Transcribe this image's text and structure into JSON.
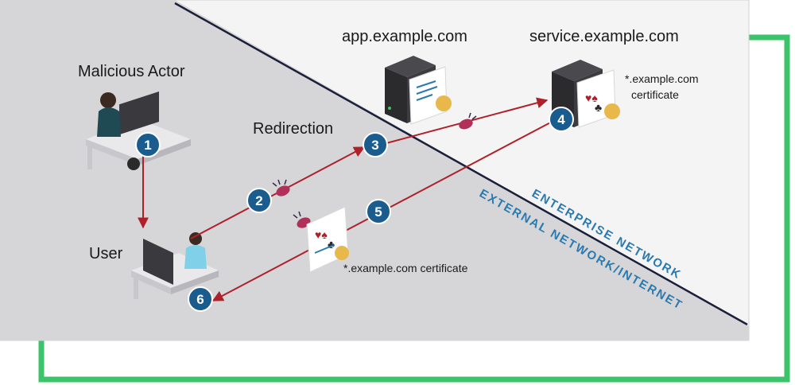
{
  "diagram": {
    "nodes": {
      "malicious_actor": {
        "label": "Malicious Actor"
      },
      "user": {
        "label": "User"
      },
      "app_server": {
        "label": "app.example.com"
      },
      "service_server": {
        "label": "service.example.com",
        "cert_label_line1": "*.example.com",
        "cert_label_line2": "certificate"
      },
      "redirection": {
        "label": "Redirection"
      },
      "forged_cert": {
        "label": "*.example.com certificate"
      }
    },
    "zones": {
      "enterprise": "ENTERPRISE NETWORK",
      "external": "EXTERNAL NETWORK/INTERNET"
    },
    "steps": [
      "1",
      "2",
      "3",
      "4",
      "5",
      "6"
    ],
    "colors": {
      "arrow": "#b0202a",
      "badge": "#1b5c8e",
      "external_bg": "#d6d6d8",
      "enterprise_bg": "#f4f4f4",
      "frame_green": "#3cc46a",
      "zone_text": "#2a7ab0",
      "divider": "#1a1f3a"
    }
  }
}
